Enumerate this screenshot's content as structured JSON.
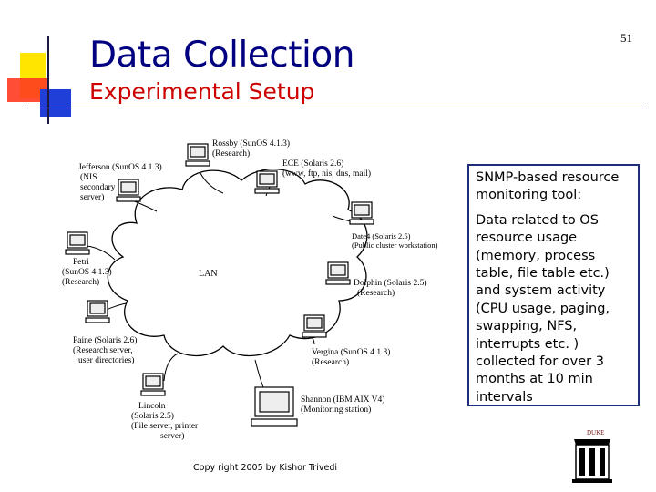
{
  "slide": {
    "title": "Data Collection",
    "subtitle": "Experimental Setup",
    "number": "51",
    "copyright": "Copy right 2005 by Kishor Trivedi",
    "colors": {
      "title": "#000080",
      "subtitle": "#cc0000",
      "box_border": "#1f2e7a"
    }
  },
  "textbox": {
    "para1": "SNMP-based resource monitoring tool:",
    "para2": "Data related to OS resource usage (memory, process table, file table etc.) and system activity (CPU usage, paging, swapping, NFS, interrupts etc. ) collected for over 3 months at 10 min intervals"
  },
  "diagram": {
    "center": "LAN",
    "nodes": [
      {
        "id": "rossby",
        "lines": [
          "Rossby (SunOS 4.1.3)",
          "(Research)"
        ]
      },
      {
        "id": "jefferson",
        "lines": [
          "Jefferson (SunOS 4.1.3)",
          "(NIS",
          "secondary",
          "server)"
        ]
      },
      {
        "id": "ece",
        "lines": [
          "ECE (Solaris 2.6)",
          "(www, ftp, nis, dns, mail)"
        ]
      },
      {
        "id": "date4",
        "lines": [
          "Date4 (Solaris 2.5)",
          "(Public cluster workstation)"
        ]
      },
      {
        "id": "petri",
        "lines": [
          "Petri",
          "(SunOS 4.1.3)",
          "(Research)"
        ]
      },
      {
        "id": "dolphin",
        "lines": [
          "Dolphin (Solaris 2.5)",
          "(Research)"
        ]
      },
      {
        "id": "paine",
        "lines": [
          "Paine (Solaris 2.6)",
          "(Research server,",
          "user directories)"
        ]
      },
      {
        "id": "vergina",
        "lines": [
          "Vergina (SunOS 4.1.3)",
          "(Research)"
        ]
      },
      {
        "id": "lincoln",
        "lines": [
          "Lincoln",
          "(Solaris 2.5)",
          "(File server, printer",
          "server)"
        ]
      },
      {
        "id": "shannon",
        "lines": [
          "Shannon (IBM AIX V4)",
          "(Monitoring station)"
        ]
      }
    ]
  },
  "logo": {
    "text": "DUKE"
  }
}
